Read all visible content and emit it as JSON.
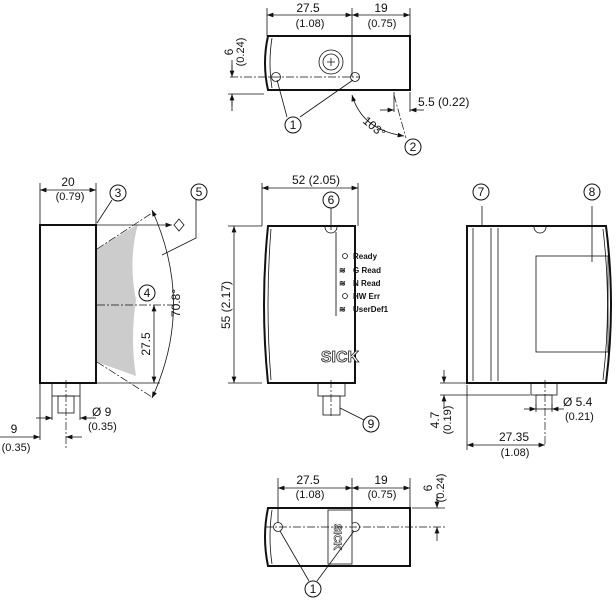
{
  "top_view": {
    "dim_a": "27.5",
    "dim_a_in": "(1.08)",
    "dim_b": "19",
    "dim_b_in": "(0.75)",
    "dim_h": "6",
    "dim_h_in": "(0.24)",
    "angle": "103°",
    "offset": "5.5 (0.22)",
    "callouts": [
      "1",
      "2"
    ]
  },
  "side_view": {
    "width": "20",
    "width_in": "(0.79)",
    "angle": "70.8°",
    "half_height": "27.5",
    "conn_dia": "Ø 9",
    "conn_dia_in": "(0.35)",
    "conn_off": "9",
    "conn_off_in": "(0.35)",
    "callouts": [
      "3",
      "4",
      "5"
    ]
  },
  "front_view": {
    "width": "52 (2.05)",
    "height": "55 (2.17)",
    "brand": "SICK",
    "leds": [
      "Ready",
      "G Read",
      "N Read",
      "HW Err",
      "UserDef1"
    ],
    "callouts": [
      "6",
      "9"
    ]
  },
  "rear_view": {
    "conn_dia": "Ø 5.4",
    "conn_dia_in": "(0.21)",
    "conn_pos": "27.35",
    "conn_pos_in": "(1.08)",
    "conn_h": "4.7",
    "conn_h_in": "(0.19)",
    "callouts": [
      "7",
      "8"
    ]
  },
  "bottom_view": {
    "dim_a": "27.5",
    "dim_a_in": "(1.08)",
    "dim_b": "19",
    "dim_b_in": "(0.75)",
    "dim_h": "6",
    "dim_h_in": "(0.24)",
    "brand": "SICK",
    "callouts": [
      "1"
    ]
  }
}
